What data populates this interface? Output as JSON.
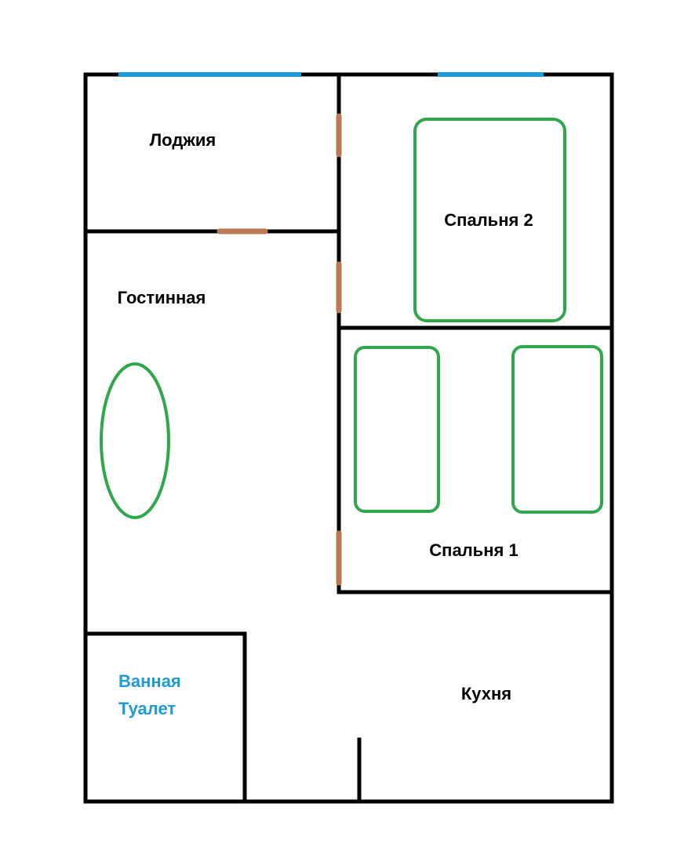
{
  "colors": {
    "wall": "#000000",
    "window": "#1e9ad6",
    "door": "#b87a52",
    "furniture": "#2ea84a",
    "label": "#000000",
    "bath_label": "#1e9ad6"
  },
  "rooms": {
    "loggia": {
      "label": "Лоджия"
    },
    "bedroom2": {
      "label": "Спальня 2"
    },
    "living": {
      "label": "Гостинная"
    },
    "bedroom1": {
      "label": "Спальня 1"
    },
    "bathroom": {
      "label_line1": "Ванная",
      "label_line2": "Туалет"
    },
    "kitchen": {
      "label": "Кухня"
    }
  },
  "furniture": {
    "bed_double": "double-bed",
    "bed_single_left": "single-bed",
    "bed_single_right": "single-bed",
    "table_oval": "oval-table"
  }
}
